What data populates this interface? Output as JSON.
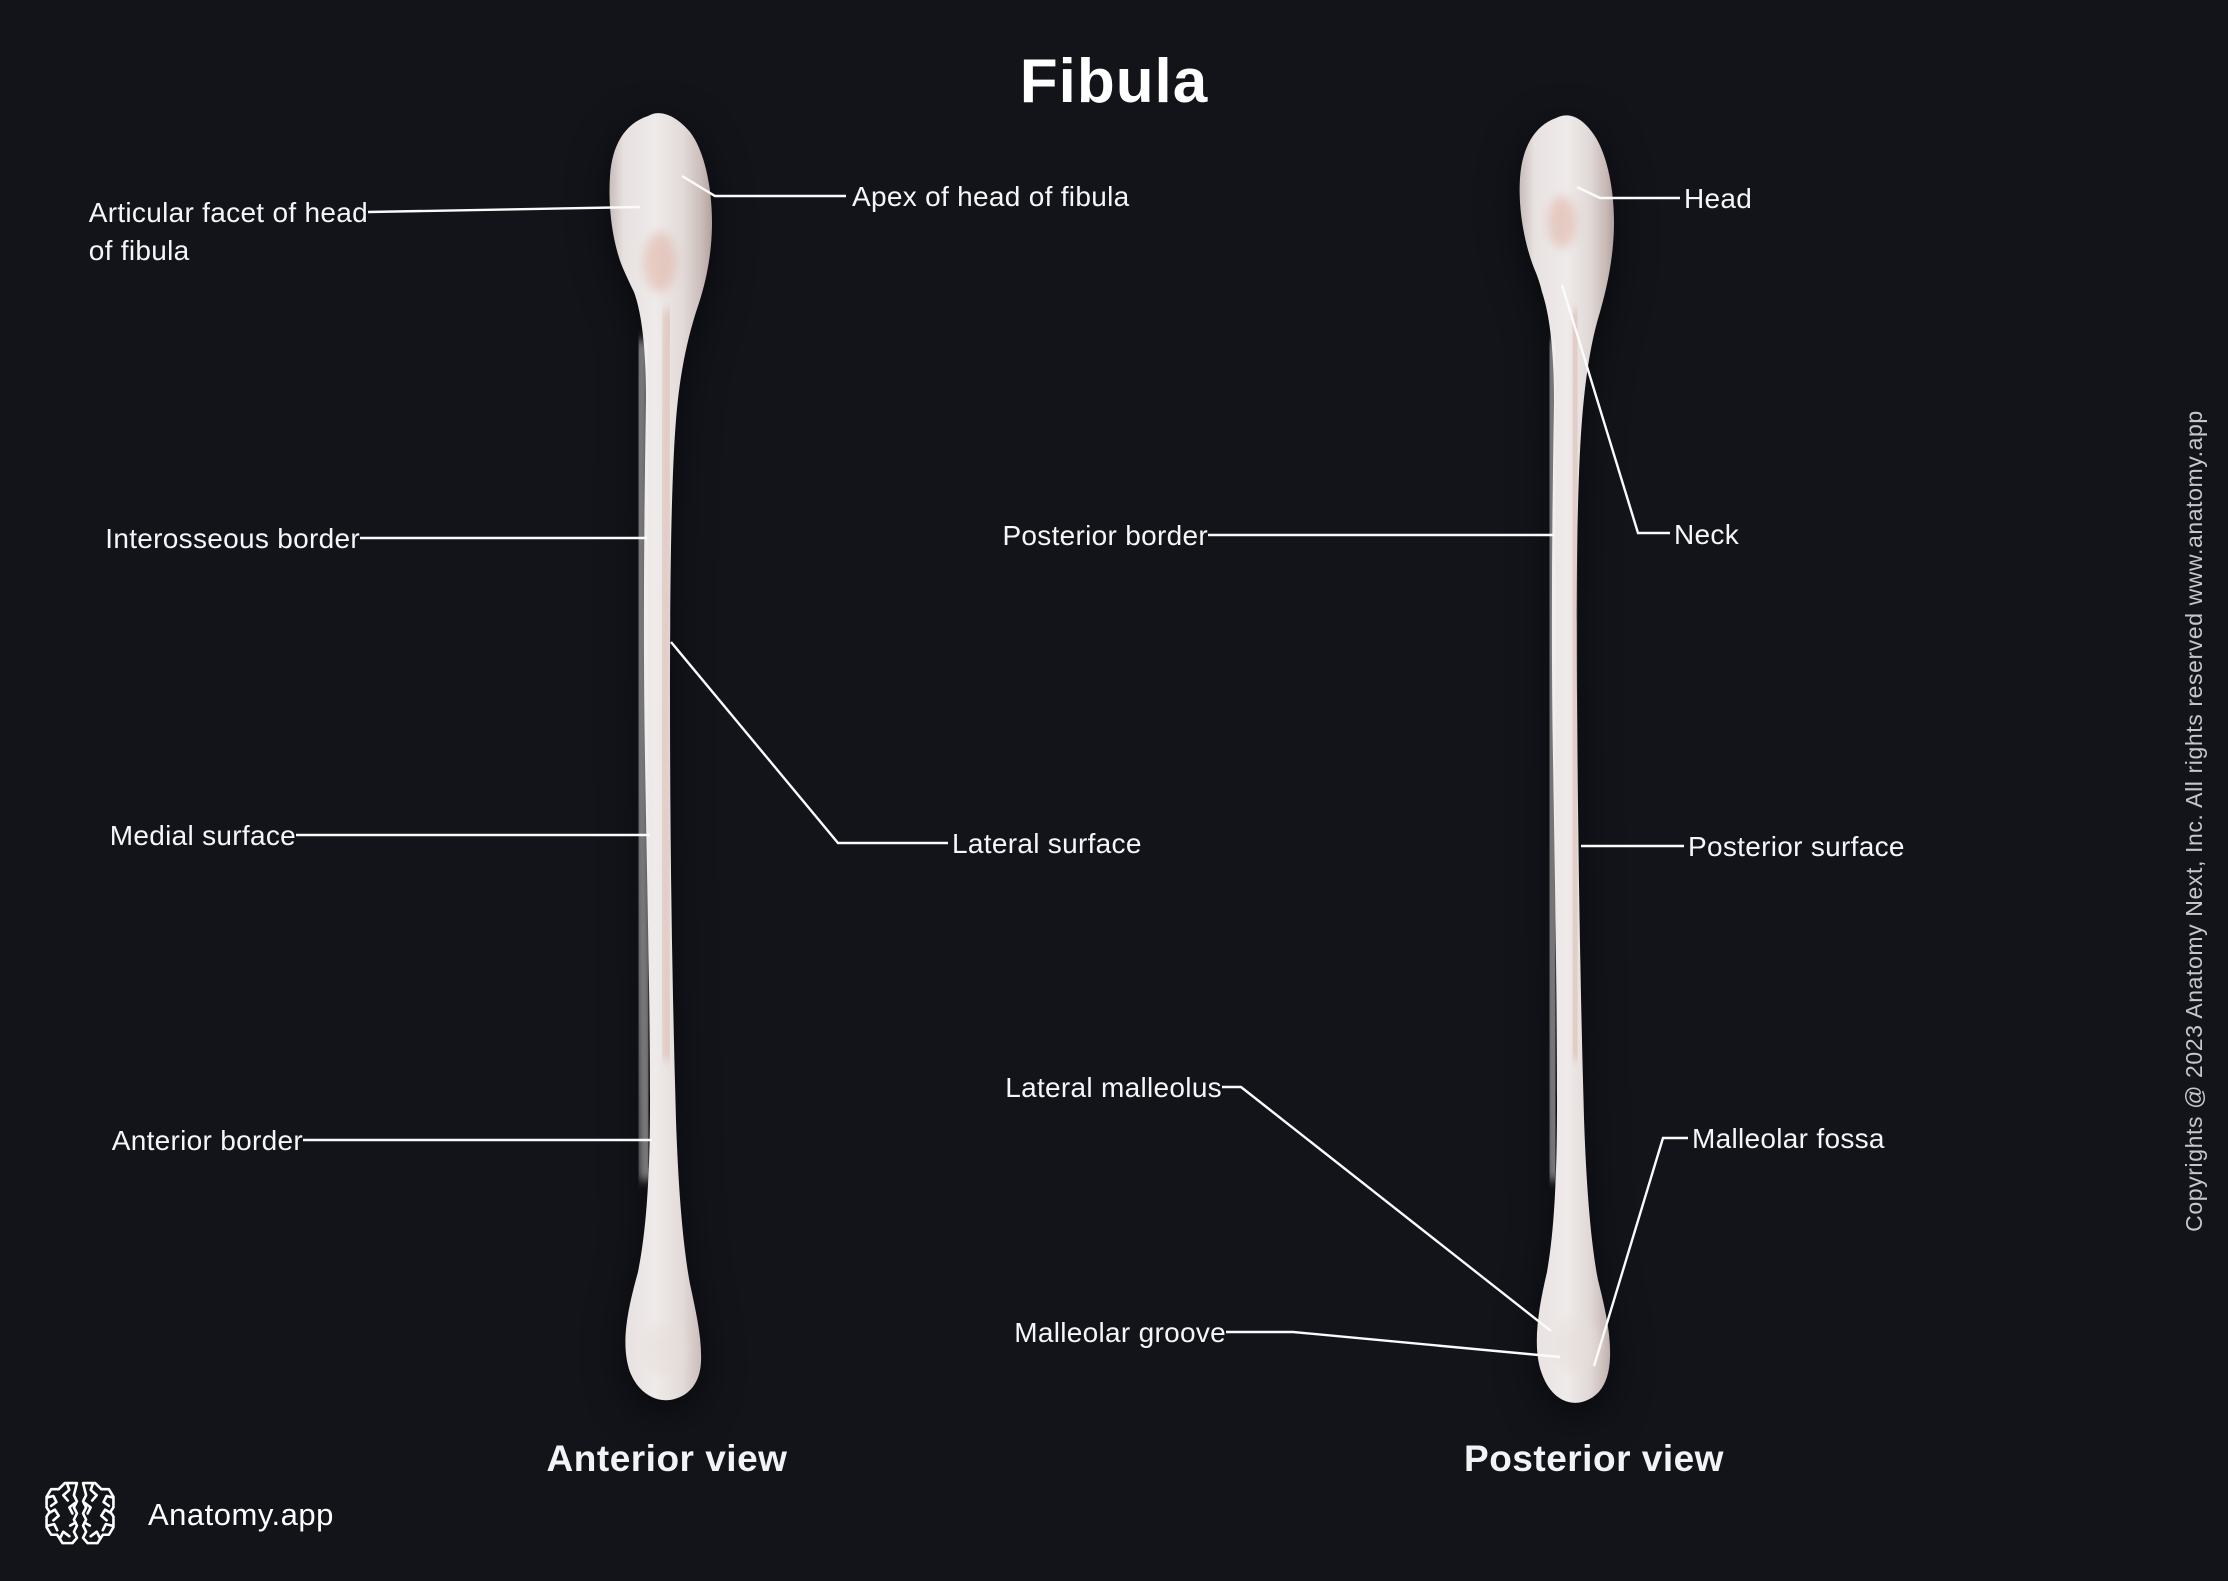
{
  "title": "Fibula",
  "anterior": {
    "caption": "Anterior view",
    "labels": {
      "articular_facet": "Articular facet of head\nof fibula",
      "apex": "Apex of head of fibula",
      "interosseous_border": "Interosseous border",
      "medial_surface": "Medial surface",
      "lateral_surface": "Lateral surface",
      "anterior_border": "Anterior border"
    }
  },
  "posterior": {
    "caption": "Posterior view",
    "labels": {
      "head": "Head",
      "neck": "Neck",
      "posterior_border": "Posterior border",
      "posterior_surface": "Posterior surface",
      "lateral_malleolus": "Lateral malleolus",
      "malleolar_fossa": "Malleolar fossa",
      "malleolar_groove": "Malleolar groove"
    }
  },
  "footer": {
    "logo_text": "Anatomy.app"
  },
  "copyright": "Copyrights @ 2023 Anatomy Next, Inc. All rights reserved www.anatomy.app",
  "colors": {
    "background": "#12141a",
    "label_text": "#f6f6f8",
    "leader_line": "#fbfbfb",
    "bone_light": "#efeae9",
    "bone_shadow": "#b9a8a4",
    "bone_pink": "#d79d8c",
    "copyright_text": "#c7c7cb"
  }
}
